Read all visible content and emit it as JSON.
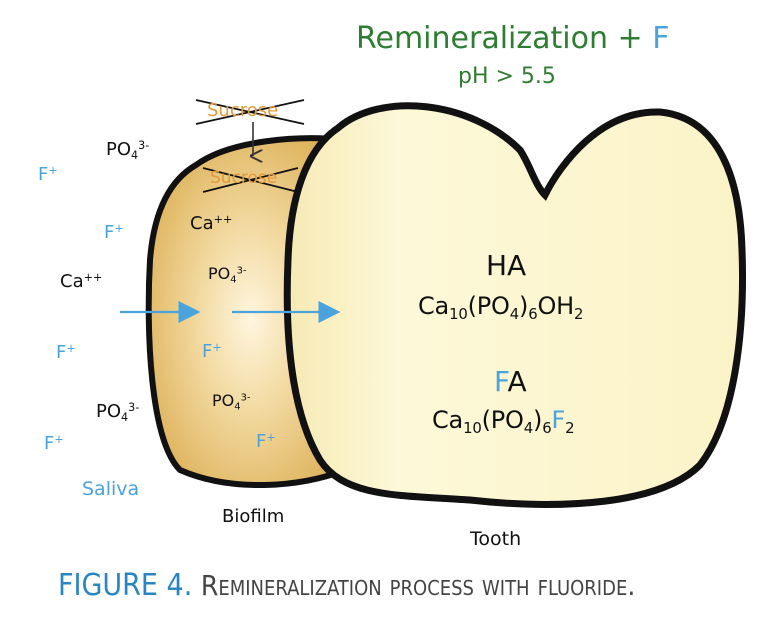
{
  "title": {
    "main": "Remineralization",
    "plus": "+",
    "fluoride": "F",
    "ph": "pH > 5.5"
  },
  "sugar": {
    "top": "Sucrose",
    "bottom": "Sucrose"
  },
  "saliva": {
    "label": "Saliva",
    "po4_base": "PO",
    "po4_sub": "4",
    "po4_sup": "3-",
    "f_base": "F",
    "f_sup": "+",
    "ca_base": "Ca",
    "ca_sup": "++"
  },
  "biofilm": {
    "label": "Biofilm",
    "ca_base": "Ca",
    "ca_sup": "++",
    "po4_base": "PO",
    "po4_sub": "4",
    "po4_sup": "3-",
    "f_base": "F",
    "f_sup": "+"
  },
  "tooth": {
    "label": "Tooth",
    "ha_label": "HA",
    "ha_formula": {
      "p1": "Ca",
      "s1": "10",
      "p2": "(PO",
      "s2": "4",
      "p3": ")",
      "s3": "6",
      "p4": "OH",
      "s4": "2"
    },
    "fa_label_f": "F",
    "fa_label_a": "A",
    "fa_formula": {
      "p1": "Ca",
      "s1": "10",
      "p2": "(PO",
      "s2": "4",
      "p3": ")",
      "s3": "6",
      "p4": "F",
      "s4": "2"
    }
  },
  "caption": {
    "figure": "FIGURE 4.",
    "text": "Remineralization process with fluoride."
  },
  "colors": {
    "fluoride_blue": "#4aa3dc",
    "title_green": "#2e7d32",
    "sucrose_orange": "#e39a3a",
    "tooth_fill": "#fbf5c8",
    "biofilm_fill": "#e8c77a",
    "outline": "#111111"
  }
}
